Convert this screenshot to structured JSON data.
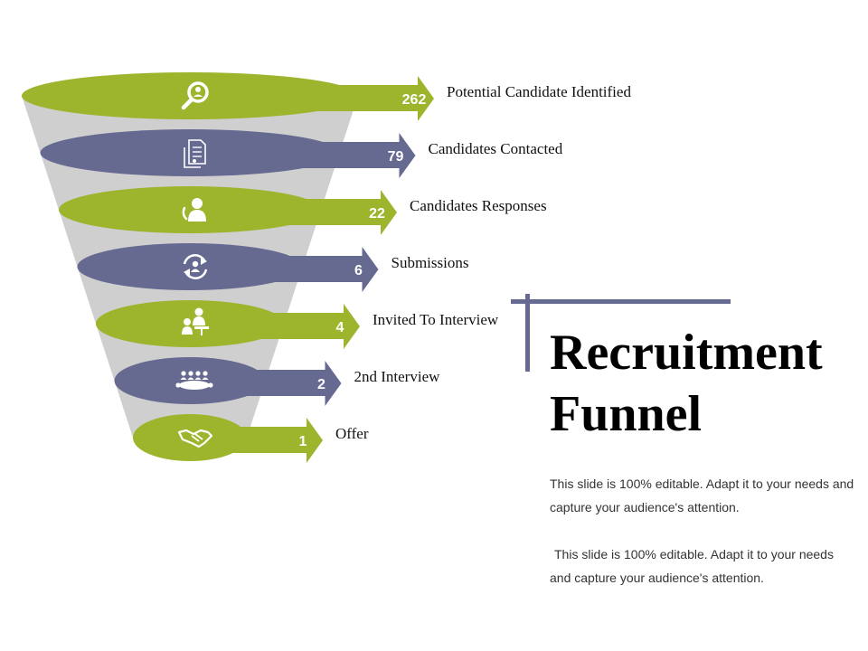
{
  "slide": {
    "title_line1": "Recruitment",
    "title_line2": "Funnel",
    "description_1": "This slide is 100% editable. Adapt it to your needs and capture your audience's attention.",
    "description_2": "This slide is 100% editable. Adapt it to your needs and capture your audience's attention."
  },
  "colors": {
    "green": "#9cb52c",
    "slate": "#666a91",
    "funnel_body": "#cfcfcf",
    "icon": "#ffffff"
  },
  "stages": [
    {
      "count": "262",
      "label": "Potential Candidate Identified",
      "color": "green",
      "icon": "search-person-icon"
    },
    {
      "count": "79",
      "label": "Candidates Contacted",
      "color": "slate",
      "icon": "document-icon"
    },
    {
      "count": "22",
      "label": "Candidates Responses",
      "color": "green",
      "icon": "person-phone-icon"
    },
    {
      "count": "6",
      "label": "Submissions",
      "color": "slate",
      "icon": "refresh-person-icon"
    },
    {
      "count": "4",
      "label": "Invited To Interview",
      "color": "green",
      "icon": "interview-icon"
    },
    {
      "count": "2",
      "label": "2nd Interview",
      "color": "slate",
      "icon": "meeting-table-icon"
    },
    {
      "count": "1",
      "label": "Offer",
      "color": "green",
      "icon": "handshake-icon"
    }
  ]
}
